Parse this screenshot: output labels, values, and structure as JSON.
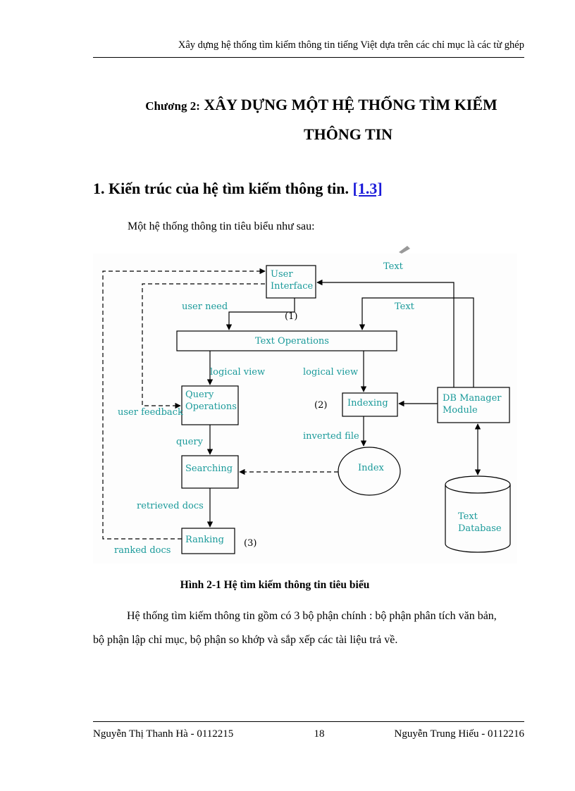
{
  "header": {
    "title": "Xây dựng hệ thống tìm kiếm thông tin tiếng Việt dựa trên các chỉ mục là các từ ghép"
  },
  "chapter": {
    "prefix": "Chương 2:",
    "title_line1": "XÂY DỰNG MỘT HỆ THỐNG TÌM KIẾM",
    "title_line2": "THÔNG TIN"
  },
  "section": {
    "heading": "1. Kiến trúc của hệ tìm kiếm thông tin.",
    "ref": "[1.3]"
  },
  "intro": "Một hệ thống thông tin tiêu biểu như sau:",
  "figure": {
    "nodes": {
      "user_interface": [
        "User",
        "Interface"
      ],
      "text_operations": "Text   Operations",
      "query_operations": [
        "Query",
        "Operations"
      ],
      "indexing": "Indexing",
      "db_manager": [
        "DB Manager",
        "Module"
      ],
      "searching": "Searching",
      "index": "Index",
      "ranking": "Ranking",
      "text_database": [
        "Text",
        "Database"
      ]
    },
    "labels": {
      "text_top": "Text",
      "text_mid": "Text",
      "user_need": "user need",
      "marker1": "(1)",
      "logical_view_left": "logical view",
      "logical_view_right": "logical view",
      "user_feedback": "user feedback",
      "marker2": "(2)",
      "query": "query",
      "inverted_file": "inverted file",
      "retrieved_docs": "retrieved docs",
      "ranked_docs": "ranked docs",
      "marker3": "(3)"
    },
    "colors": {
      "label": "#1a9a9a",
      "line": "#000000",
      "background": "#fdfdfd"
    }
  },
  "caption": "Hình 2-1 Hệ tìm kiếm thông tin tiêu biểu",
  "body": "Hệ thống tìm kiếm thông tin gồm có 3 bộ phận chính : bộ phận phân tích văn bản, bộ phận lập chỉ mục, bộ phận so khớp và sắp xếp các tài liệu trả về.",
  "footer": {
    "left": "Nguyễn Thị Thanh Hà - 0112215",
    "page": "18",
    "right": "Nguyễn Trung Hiếu - 0112216"
  }
}
